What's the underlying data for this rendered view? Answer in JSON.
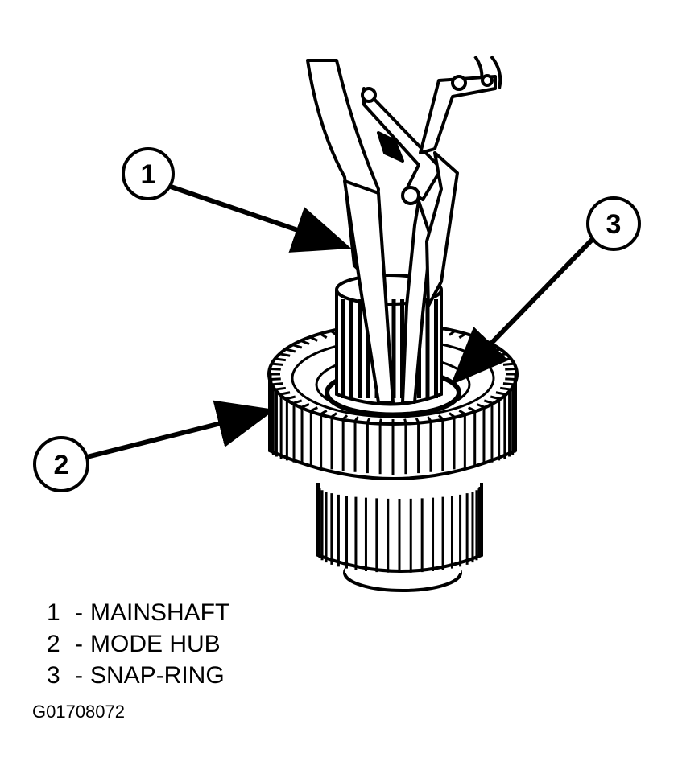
{
  "callouts": [
    {
      "number": "1"
    },
    {
      "number": "2"
    },
    {
      "number": "3"
    }
  ],
  "legend": [
    {
      "number": "1",
      "separator": "-",
      "label": "MAINSHAFT"
    },
    {
      "number": "2",
      "separator": "-",
      "label": "MODE HUB"
    },
    {
      "number": "3",
      "separator": "-",
      "label": "SNAP-RING"
    }
  ],
  "figure_id": "G01708072",
  "colors": {
    "ink": "#000000",
    "paper": "#ffffff"
  },
  "icons": [
    "snap-ring-pliers-icon",
    "mainshaft-icon",
    "mode-hub-gear-icon"
  ]
}
